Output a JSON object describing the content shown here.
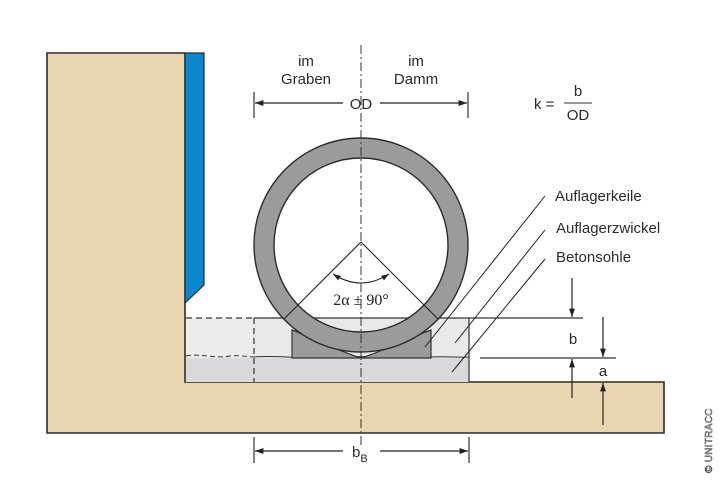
{
  "diagram": {
    "labels": {
      "trench_side": [
        "im",
        "Graben"
      ],
      "embankment_side": [
        "im",
        "Damm"
      ],
      "outer_diameter": "OD",
      "formula_left": "k =",
      "formula_numerator": "b",
      "formula_denominator": "OD",
      "support_wedges": "Auflagerkeile",
      "support_gusset": "Auflagerzwickel",
      "concrete_base": "Betonsohle",
      "angle": "2α ± 90°",
      "dim_b": "b",
      "dim_a": "a",
      "dim_bB_main": "b",
      "dim_bB_sub": "B",
      "copyright": "© UNITRACC"
    },
    "colors": {
      "soil": "#e9d5b0",
      "sheet_pile": "#0a86cf",
      "pipe_wall": "#9b9b9b",
      "wedge": "#9b9b9b",
      "gusset": "#e9e9ea",
      "base": "#d9d9db",
      "outline": "#2b2b2b"
    }
  }
}
